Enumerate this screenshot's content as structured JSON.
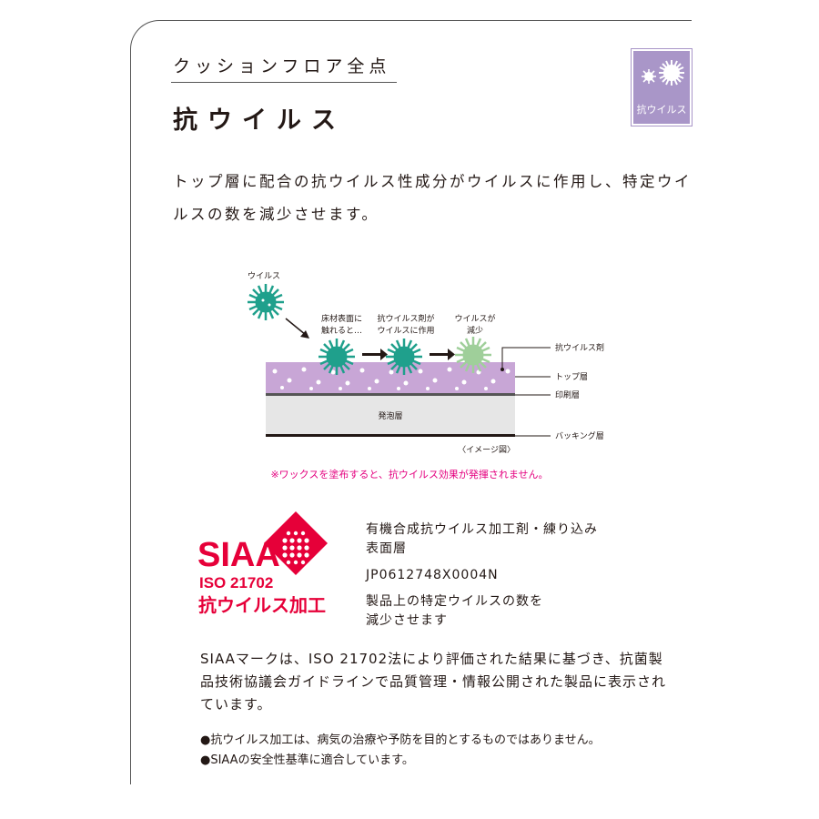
{
  "header": {
    "category": "クッションフロア全点",
    "title": "抗ウイルス"
  },
  "badge": {
    "label": "抗ウイルス",
    "color": "#a996c8"
  },
  "description": "トップ層に配合の抗ウイルス性成分がウイルスに作用し、特定ウイルスの数を減少させます。",
  "diagram": {
    "virus_label": "ウイルス",
    "step1_line1": "床材表面に",
    "step1_line2": "触れると…",
    "step2_line1": "抗ウイルス剤が",
    "step2_line2": "ウイルスに作用",
    "step3_line1": "ウイルスが",
    "step3_line2": "減少",
    "layer_agent": "抗ウイルス剤",
    "layer_top": "トップ層",
    "layer_print": "印刷層",
    "layer_foam": "発泡層",
    "layer_backing": "バッキング層",
    "image_caption": "〈イメージ図〉",
    "colors": {
      "virus": "#1fa08c",
      "virus_reduced": "#9fcf9a",
      "top_layer": "#c8a6d6",
      "foam": "#e6e6e6"
    }
  },
  "warning": "※ワックスを塗布すると、抗ウイルス効果が発揮されません。",
  "siaa": {
    "logo_text": "SIAA",
    "iso_text": "ISO 21702",
    "mark_text": "抗ウイルス加工",
    "logo_color": "#e60039",
    "info_line1": "有機合成抗ウイルス加工剤・練り込み",
    "info_line2": "表面層",
    "registration": "JP0612748X0004N",
    "info_line3": "製品上の特定ウイルスの数を",
    "info_line4": "減少させます"
  },
  "explanation": "SIAAマークは、ISO 21702法により評価された結果に基づき、抗菌製品技術協議会ガイドラインで品質管理・情報公開された製品に表示されています。",
  "notes": [
    "●抗ウイルス加工は、病気の治療や予防を目的とするものではありません。",
    "●SIAAの安全性基準に適合しています。"
  ]
}
